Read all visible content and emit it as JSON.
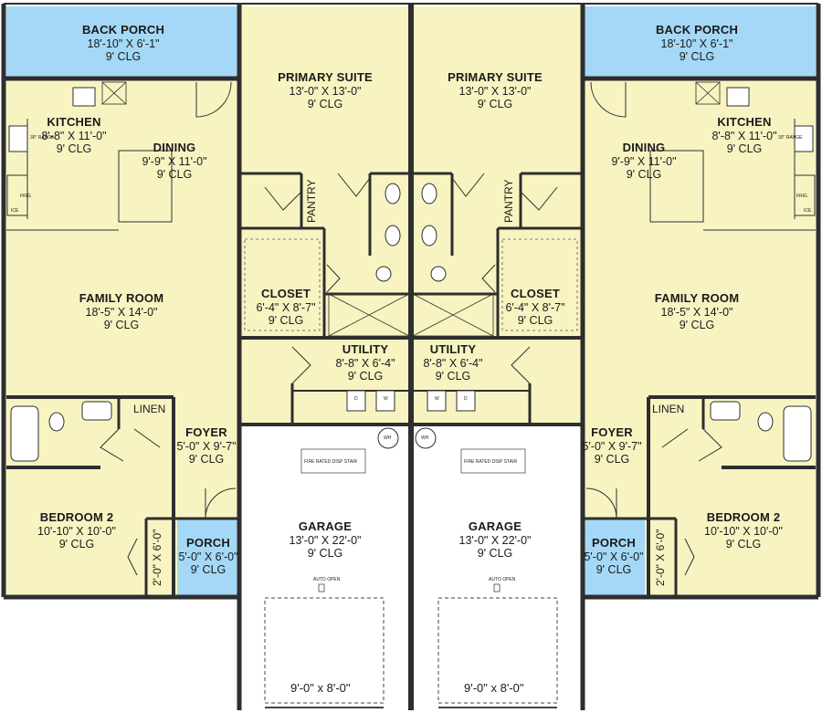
{
  "rooms": {
    "back_porch_left": {
      "name": "BACK PORCH",
      "dims": "18'-10\" X 6'-1\"",
      "clg": "9' CLG"
    },
    "back_porch_right": {
      "name": "BACK PORCH",
      "dims": "18'-10\" X 6'-1\"",
      "clg": "9' CLG"
    },
    "primary_suite_left": {
      "name": "PRIMARY SUITE",
      "dims": "13'-0\" X 13'-0\"",
      "clg": "9' CLG"
    },
    "primary_suite_right": {
      "name": "PRIMARY SUITE",
      "dims": "13'-0\" X 13'-0\"",
      "clg": "9' CLG"
    },
    "kitchen_left": {
      "name": "KITCHEN",
      "dims": "8'-8\" X 11'-0\"",
      "clg": "9' CLG"
    },
    "kitchen_right": {
      "name": "KITCHEN",
      "dims": "8'-8\" X 11'-0\"",
      "clg": "9' CLG"
    },
    "dining_left": {
      "name": "DINING",
      "dims": "9'-9\" X 11'-0\"",
      "clg": "9' CLG"
    },
    "dining_right": {
      "name": "DINING",
      "dims": "9'-9\" X 11'-0\"",
      "clg": "9' CLG"
    },
    "family_left": {
      "name": "FAMILY ROOM",
      "dims": "18'-5\" X 14'-0\"",
      "clg": "9' CLG"
    },
    "family_right": {
      "name": "FAMILY ROOM",
      "dims": "18'-5\" X 14'-0\"",
      "clg": "9' CLG"
    },
    "closet_left": {
      "name": "CLOSET",
      "dims": "6'-4\" X 8'-7\"",
      "clg": "9' CLG"
    },
    "closet_right": {
      "name": "CLOSET",
      "dims": "6'-4\" X 8'-7\"",
      "clg": "9' CLG"
    },
    "utility_left": {
      "name": "UTILITY",
      "dims": "8'-8\" X 6'-4\"",
      "clg": "9' CLG"
    },
    "utility_right": {
      "name": "UTILITY",
      "dims": "8'-8\" X 6'-4\"",
      "clg": "9' CLG"
    },
    "foyer_left": {
      "name": "FOYER",
      "dims": "5'-0\" X 9'-7\"",
      "clg": "9' CLG"
    },
    "foyer_right": {
      "name": "FOYER",
      "dims": "5'-0\" X 9'-7\"",
      "clg": "9' CLG"
    },
    "bedroom2_left": {
      "name": "BEDROOM 2",
      "dims": "10'-10\" X 10'-0\"",
      "clg": "9' CLG"
    },
    "bedroom2_right": {
      "name": "BEDROOM 2",
      "dims": "10'-10\" X 10'-0\"",
      "clg": "9' CLG"
    },
    "porch_left": {
      "name": "PORCH",
      "dims": "5'-0\" X 6'-0\"",
      "clg": "9' CLG"
    },
    "porch_right": {
      "name": "PORCH",
      "dims": "5'-0\" X 6'-0\"",
      "clg": "9' CLG"
    },
    "garage_left": {
      "name": "GARAGE",
      "dims": "13'-0\" X 22'-0\"",
      "clg": "9' CLG"
    },
    "garage_right": {
      "name": "GARAGE",
      "dims": "13'-0\" X 22'-0\"",
      "clg": "9' CLG"
    }
  },
  "labels": {
    "pantry": "PANTRY",
    "linen": "LINEN",
    "closet_door": "2'-0\" X 6'-0\"",
    "garage_door": "9'-0\" x 8'-0\"",
    "water_heater": "WH",
    "stair": "FIRE RATED DISP STAIR",
    "auto_open": "AUTO OPEN",
    "washer": "W",
    "dryer": "D",
    "fridge": "FRIG",
    "ice": "ICE",
    "range": "30\" RANGE"
  },
  "colors": {
    "interior": "#f8f4c2",
    "porch": "#a5d8f6",
    "garage": "#ffffff",
    "wall": "#2e2e2e"
  }
}
